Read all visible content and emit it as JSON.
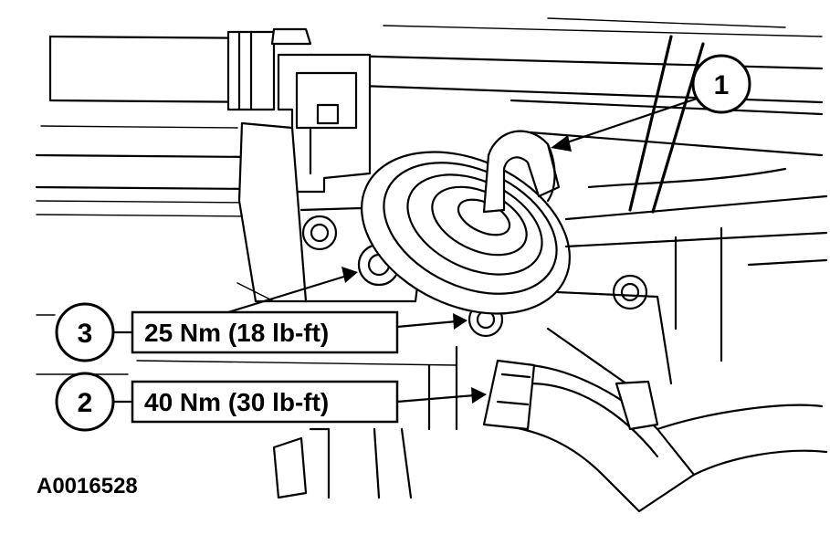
{
  "diagram": {
    "callouts": [
      {
        "number": "1"
      },
      {
        "number": "2",
        "torque": "40 Nm (30 lb-ft)"
      },
      {
        "number": "3",
        "torque": "25 Nm (18 lb-ft)"
      }
    ],
    "figure_id": "A0016528"
  }
}
